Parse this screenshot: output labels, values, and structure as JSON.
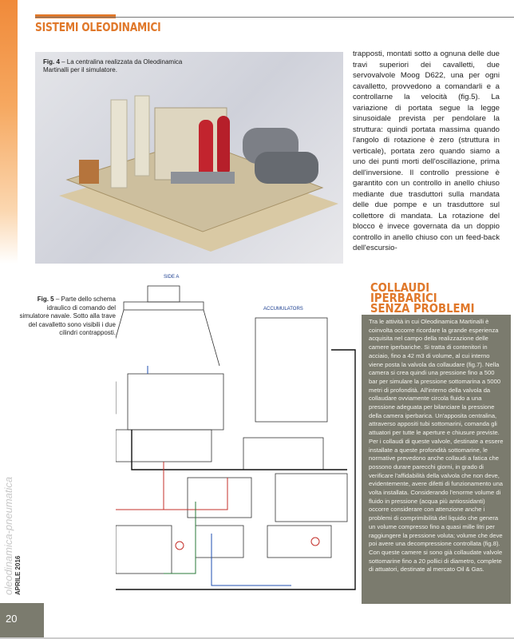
{
  "header": {
    "section_title": "SISTEMI OLEODINAMICI"
  },
  "fig4": {
    "label": "Fig. 4",
    "caption": " – La centralina realizzata da Oleodinamica Martinalli per il simulatore."
  },
  "body_text": "trapposti, montati sotto a ognuna delle due travi superiori dei cavalletti, due servovalvole Moog D622, una per ogni cavalletto, provvedono a comandarli e a controllarne la velocità (fig.5). La variazione di portata segue la legge sinusoidale prevista per pendolare la struttura: quindi portata massima quando l'angolo di rotazione è zero (struttura in verticale), portata zero quando siamo a uno dei punti morti dell'oscillazione, prima dell'inversione. Il controllo pressione è garantito con un controllo in anello chiuso mediante due trasduttori sulla mandata delle due pompe e un trasduttore sul collettore di mandata. La rotazione del blocco è invece governata da un doppio controllo in anello chiuso con un feed-back dell'escursio-",
  "fig5": {
    "label": "Fig. 5",
    "caption": " – Parte dello schema idraulico di comando del simulatore navale. Sotto alla trave del cavalletto sono visibili i due cilindri contrapposti.",
    "labels": {
      "side": "SIDE A",
      "accumulators": "ACCUMULATORS"
    }
  },
  "sidebar": {
    "title_lines": [
      "COLLAUDI",
      "IPERBARICI",
      "SENZA PROBLEMI"
    ],
    "text": "Tra le attività in cui Oleodinamica Martinalli è coinvolta occorre ricordare la grande esperienza acquisita nel campo della realizzazione delle camere iperbariche. Si tratta di contenitori in acciaio, fino a 42 m3 di volume, al cui interno viene posta la valvola da collaudare (fig.7). Nella camera si crea quindi una pressione fino a 500 bar per simulare la pressione sottomarina a 5000 metri di profondità. All'interno della valvola da collaudare ovviamente circola fluido a una pressione adeguata per bilanciare la pressione della camera iperbarica. Un'apposita centralina, attraverso appositi tubi sottomarini, comanda gli attuatori per tutte le aperture e chiusure previste. Per i collaudi di queste valvole, destinate a essere installate a queste profondità sottomarine, le normative prevedono anche collaudi a fatica che possono durare parecchi giorni, in grado di verificare l'affidabilità della valvola che non deve, evidentemente, avere difetti di funzionamento una volta installata. Considerando l'enorme volume di fluido in pressione (acqua più antiossidanti) occorre considerare con attenzione anche i problemi di comprimibilità del liquido che genera un volume compresso fino a quasi mille litri per raggiungere la pressione voluta; volume che deve poi avere una decompressione controllata (fig.8). Con queste camere si sono già collaudate valvole sottomarine fino a 20 pollici di diametro, complete di attuatori, destinate al mercato Oil & Gas."
  },
  "footer": {
    "magazine": "oleodinamica-pneumatica",
    "issue": "APRILE 2016",
    "page": "20"
  },
  "colors": {
    "accent": "#e0782a",
    "sidebar_bg": "#7b7b6e"
  }
}
